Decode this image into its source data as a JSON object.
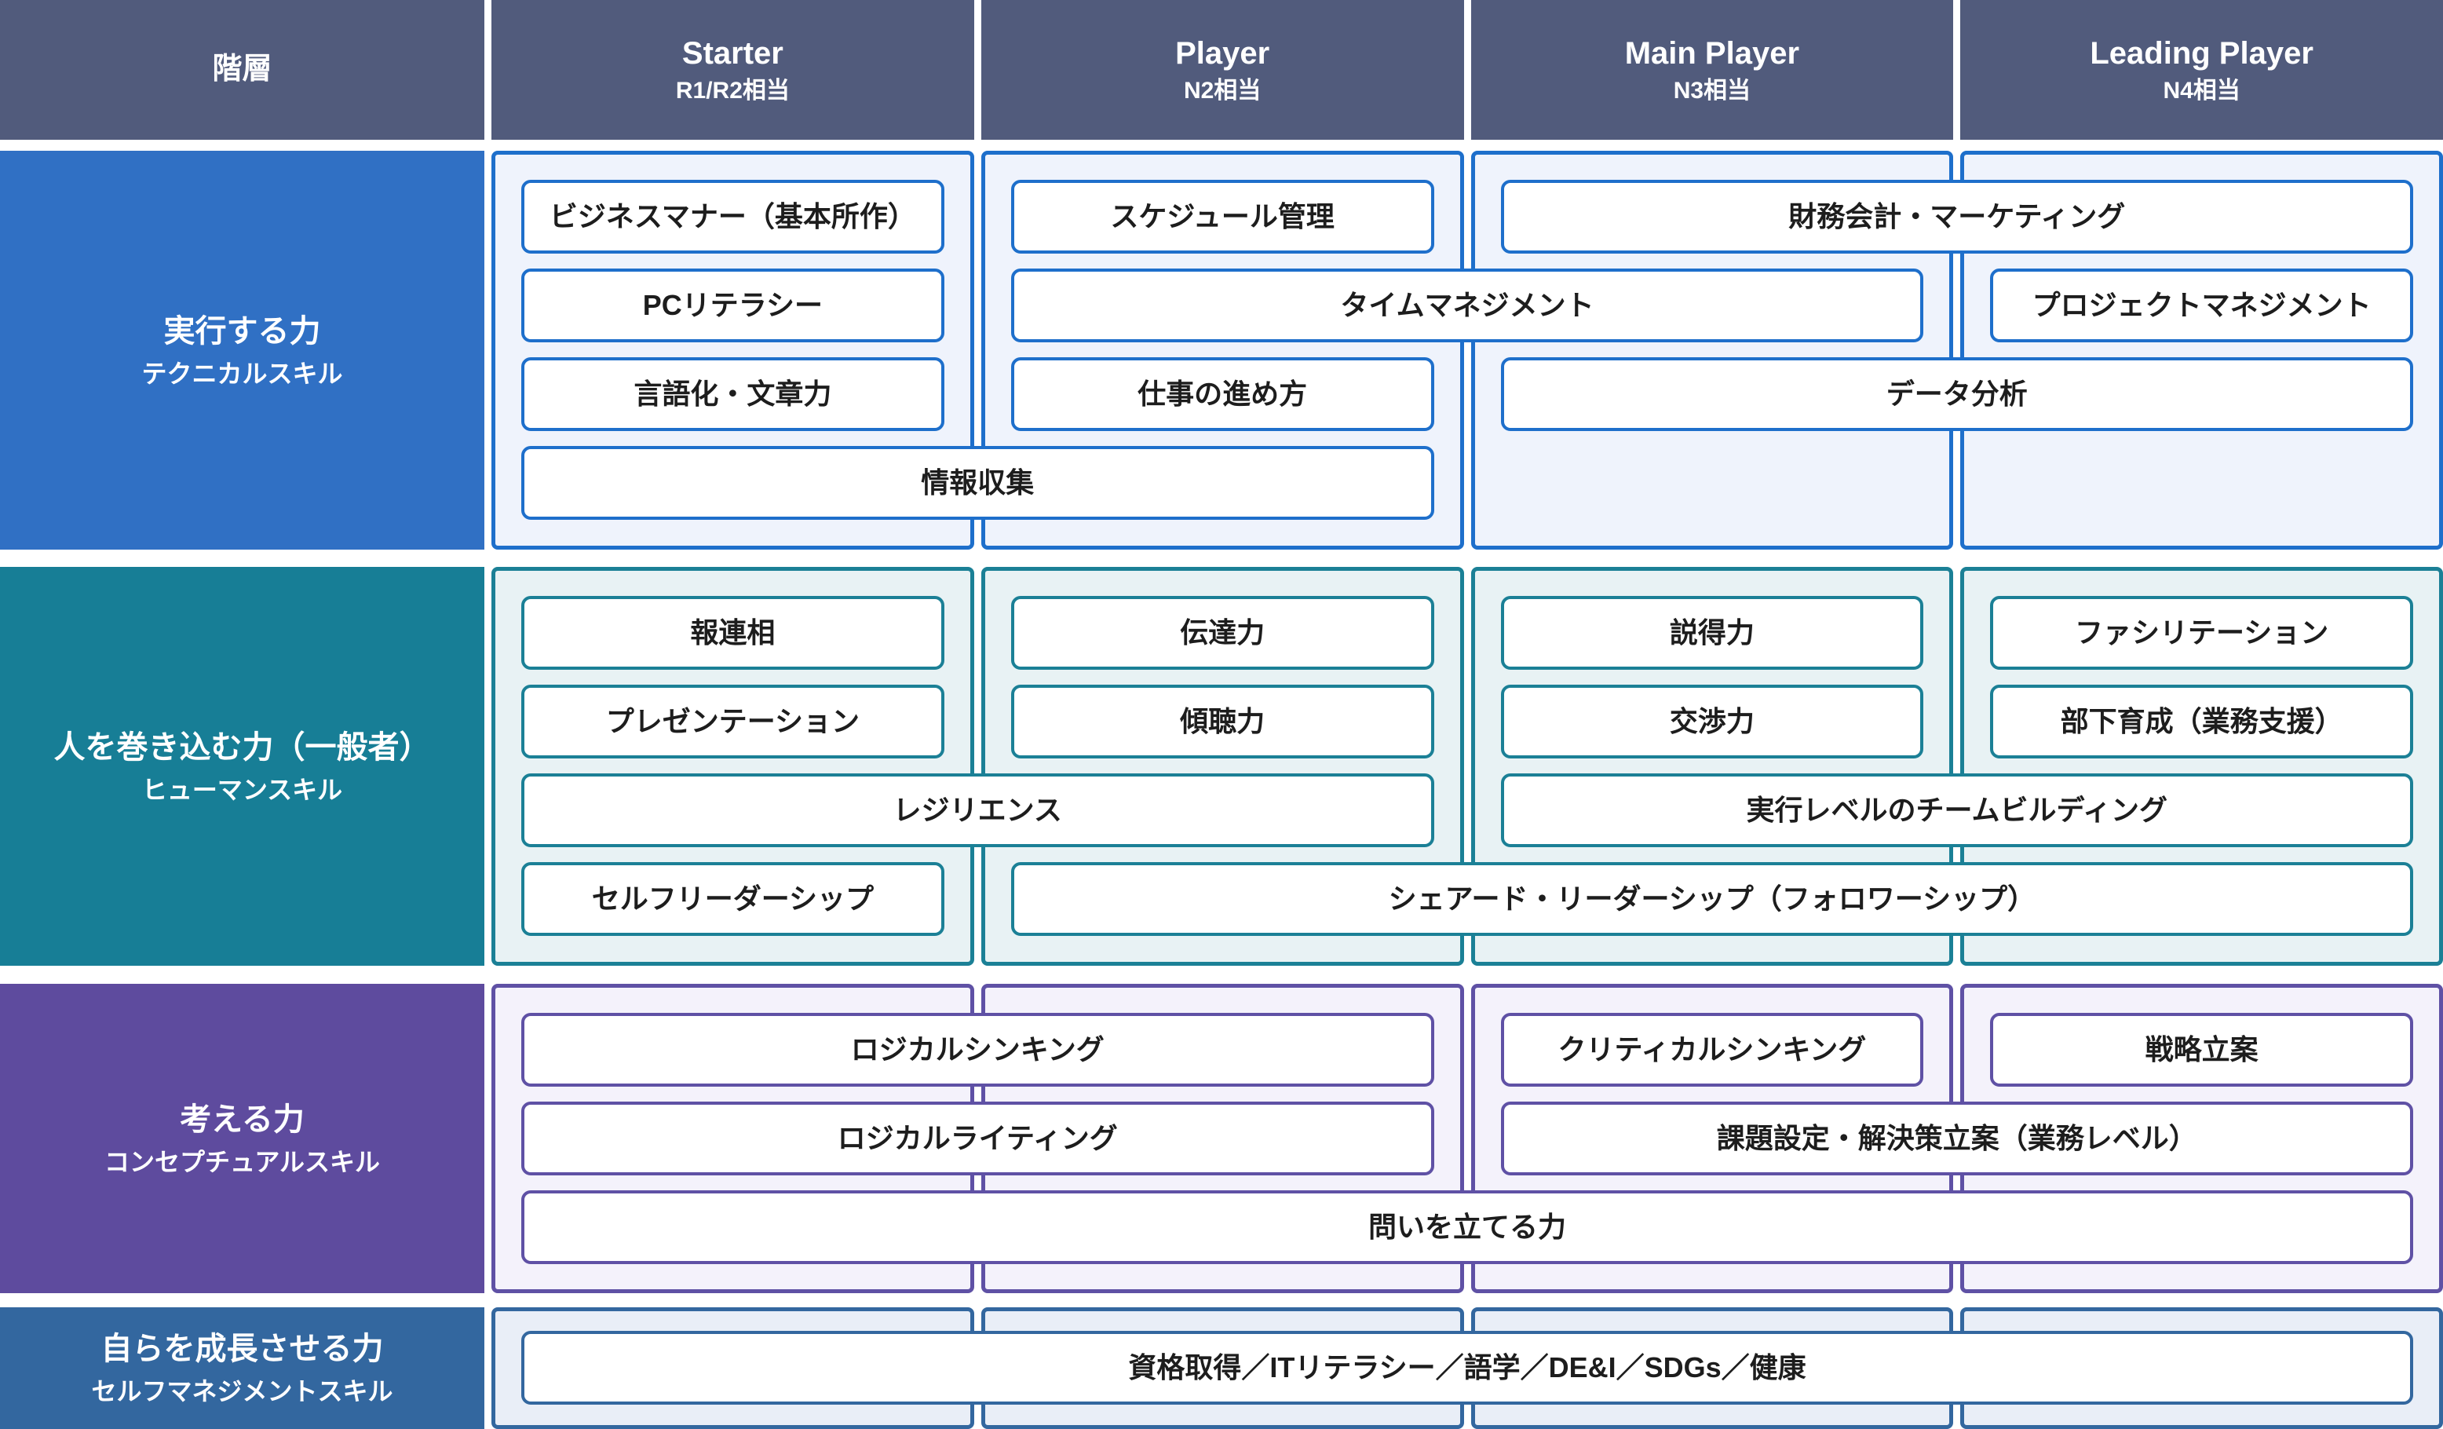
{
  "page": {
    "background": "#ffffff",
    "header_bg": "#515B7C",
    "pill_bg": "#ffffff",
    "pill_text_color": "#1d1d1d"
  },
  "header": {
    "hierarchy_label": "階層",
    "levels": [
      {
        "title": "Starter",
        "subtitle": "R1/R2相当"
      },
      {
        "title": "Player",
        "subtitle": "N2相当"
      },
      {
        "title": "Main Player",
        "subtitle": "N3相当"
      },
      {
        "title": "Leading Player",
        "subtitle": "N4相当"
      }
    ]
  },
  "bands": [
    {
      "title": "実行する力",
      "subtitle": "テクニカルスキル",
      "label_bg": "#3070C4",
      "container_bg": "#EFF3FC",
      "border_color": "#1E6FCB",
      "rows": [
        [
          {
            "label": "ビジネスマナー（基本所作）",
            "col": 1,
            "span": 1
          },
          {
            "label": "スケジュール管理",
            "col": 2,
            "span": 1
          },
          {
            "label": "財務会計・マーケティング",
            "col": 3,
            "span": 2
          }
        ],
        [
          {
            "label": "PCリテラシー",
            "col": 1,
            "span": 1
          },
          {
            "label": "タイムマネジメント",
            "col": 2,
            "span": 2
          },
          {
            "label": "プロジェクトマネジメント",
            "col": 4,
            "span": 1
          }
        ],
        [
          {
            "label": "言語化・文章力",
            "col": 1,
            "span": 1
          },
          {
            "label": "仕事の進め方",
            "col": 2,
            "span": 1
          },
          {
            "label": "データ分析",
            "col": 3,
            "span": 2
          }
        ],
        [
          {
            "label": "情報収集",
            "col": 1,
            "span": 2
          }
        ]
      ]
    },
    {
      "title": "人を巻き込む力（一般者）",
      "subtitle": "ヒューマンスキル",
      "label_bg": "#177E96",
      "container_bg": "#E8F2F4",
      "border_color": "#1B8096",
      "rows": [
        [
          {
            "label": "報連相",
            "col": 1,
            "span": 1
          },
          {
            "label": "伝達力",
            "col": 2,
            "span": 1
          },
          {
            "label": "説得力",
            "col": 3,
            "span": 1
          },
          {
            "label": "ファシリテーション",
            "col": 4,
            "span": 1
          }
        ],
        [
          {
            "label": "プレゼンテーション",
            "col": 1,
            "span": 1
          },
          {
            "label": "傾聴力",
            "col": 2,
            "span": 1
          },
          {
            "label": "交渉力",
            "col": 3,
            "span": 1
          },
          {
            "label": "部下育成（業務支援）",
            "col": 4,
            "span": 1
          }
        ],
        [
          {
            "label": "レジリエンス",
            "col": 1,
            "span": 2
          },
          {
            "label": "実行レベルのチームビルディング",
            "col": 3,
            "span": 2
          }
        ],
        [
          {
            "label": "セルフリーダーシップ",
            "col": 1,
            "span": 1
          },
          {
            "label": "シェアード・リーダーシップ（フォロワーシップ）",
            "col": 2,
            "span": 3
          }
        ]
      ]
    },
    {
      "title": "考える力",
      "subtitle": "コンセプチュアルスキル",
      "label_bg": "#5E4B9E",
      "container_bg": "#F4F2FB",
      "border_color": "#5F51A5",
      "rows": [
        [
          {
            "label": "ロジカルシンキング",
            "col": 1,
            "span": 2
          },
          {
            "label": "クリティカルシンキング",
            "col": 3,
            "span": 1
          },
          {
            "label": "戦略立案",
            "col": 4,
            "span": 1
          }
        ],
        [
          {
            "label": "ロジカルライティング",
            "col": 1,
            "span": 2
          },
          {
            "label": "課題設定・解決策立案（業務レベル）",
            "col": 3,
            "span": 2
          }
        ],
        [
          {
            "label": "問いを立てる力",
            "col": 1,
            "span": 4
          }
        ]
      ]
    },
    {
      "title": "自らを成長させる力",
      "subtitle": "セルフマネジメントスキル",
      "label_bg": "#33679F",
      "container_bg": "#E9EEF7",
      "border_color": "#33679F",
      "rows": [
        [
          {
            "label": "資格取得／ITリテラシー／語学／DE&I／SDGs／健康",
            "col": 1,
            "span": 4
          }
        ]
      ]
    }
  ]
}
